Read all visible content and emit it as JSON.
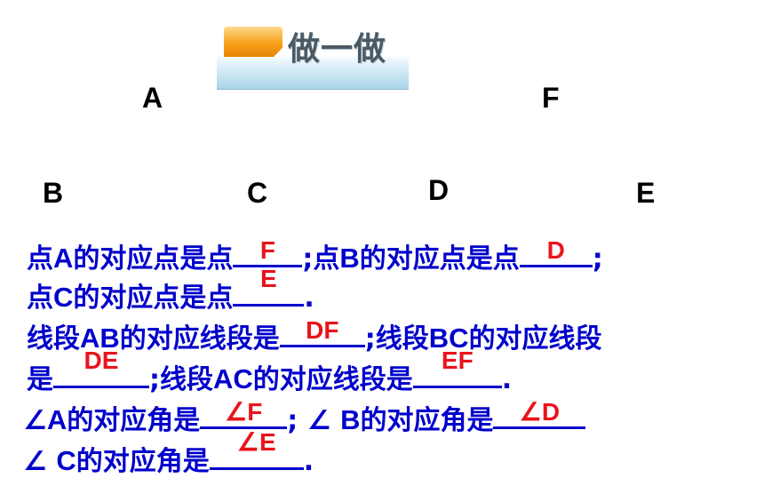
{
  "title": "做一做",
  "points": {
    "A": "A",
    "F": "F",
    "B": "B",
    "C": "C",
    "D": "D",
    "E": "E"
  },
  "lines": {
    "l1": {
      "t1": "点",
      "t2": "A",
      "t3": "的对应点是点",
      "a1": "F",
      "t4": ";点",
      "t5": "B",
      "t6": "的对应点是点",
      "a2": "D",
      "t7": ";"
    },
    "l2": {
      "t1": "点",
      "t2": "C",
      "t3": "的对应点是点",
      "a1": "E",
      "t4": "."
    },
    "l3": {
      "t1": "线段",
      "t2": "AB",
      "t3": "的对应线段是",
      "a1": "DF",
      "t4": ";线段",
      "t5": "BC",
      "t6": "的对应线段"
    },
    "l4": {
      "t1": "是",
      "a1": "DE",
      "t2": ";线段",
      "t3": "AC",
      "t4": "的对应线段是",
      "a2": "EF",
      "t5": "."
    },
    "l5": {
      "t1": "∠",
      "t2": "A",
      "t3": "的对应角是",
      "a1": "∠F",
      "t4": ";  ∠ ",
      "t5": "B",
      "t6": "的对应角是",
      "a2": "∠D"
    },
    "l6": {
      "t1": "∠ ",
      "t2": "C",
      "t3": "的对应角是",
      "a1": "∠E",
      "t4": "."
    }
  }
}
